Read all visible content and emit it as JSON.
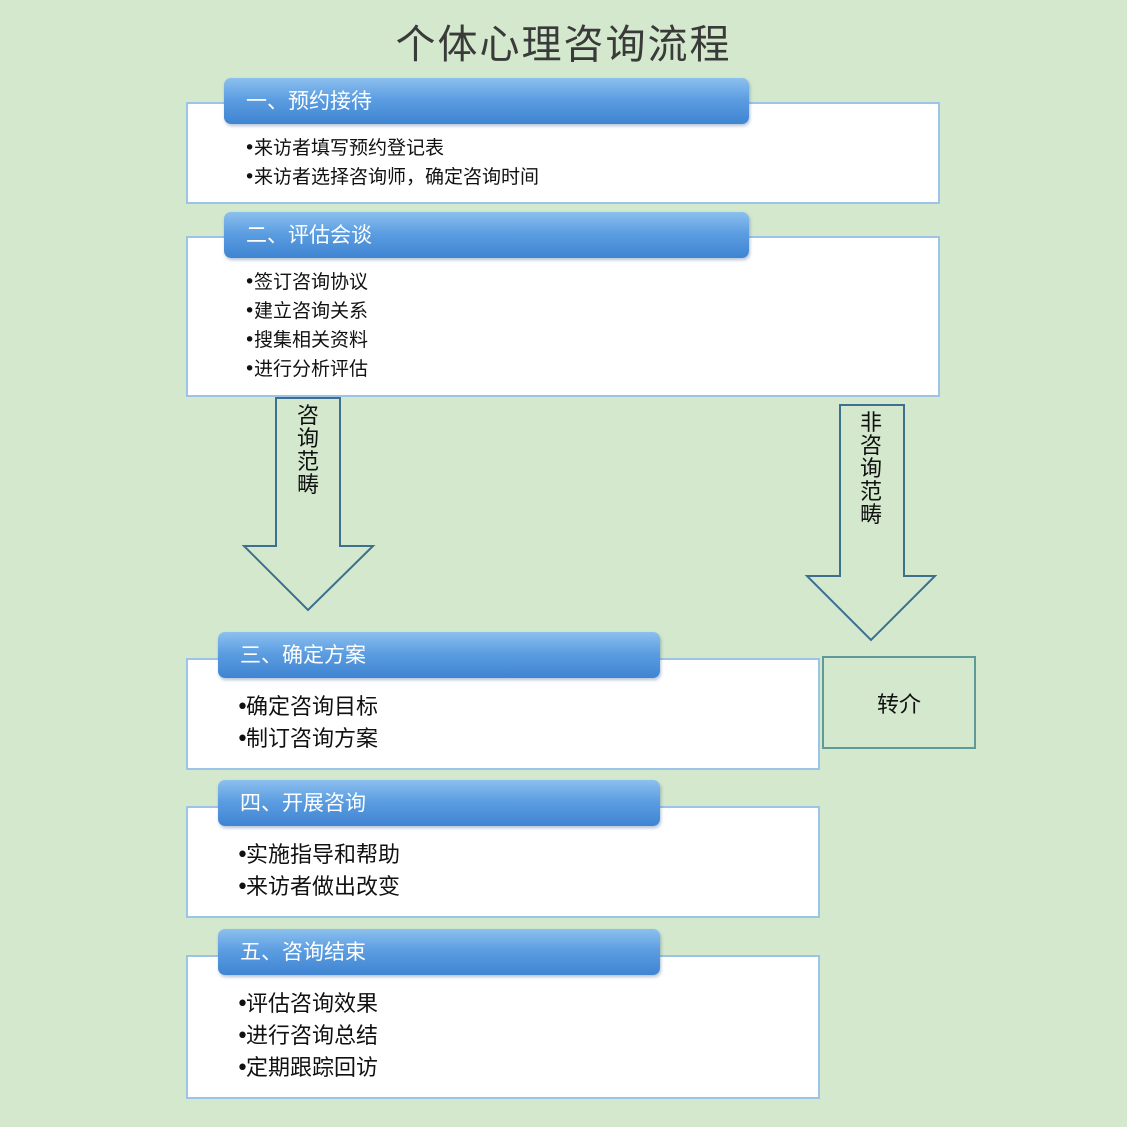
{
  "title": "个体心理咨询流程",
  "steps": [
    {
      "header": "一、预约接待",
      "items": [
        "来访者填写预约登记表",
        "来访者选择咨询师，确定咨询时间"
      ]
    },
    {
      "header": "二、评估会谈",
      "items": [
        "签订咨询协议",
        "建立咨询关系",
        "搜集相关资料",
        "进行分析评估"
      ]
    },
    {
      "header": "三、确定方案",
      "items": [
        "确定咨询目标",
        "制订咨询方案"
      ]
    },
    {
      "header": "四、开展咨询",
      "items": [
        "实施指导和帮助",
        "来访者做出改变"
      ]
    },
    {
      "header": "五、咨询结束",
      "items": [
        "评估咨询效果",
        "进行咨询总结",
        "定期跟踪回访"
      ]
    }
  ],
  "arrows": {
    "left_label": "咨询范畴",
    "right_label": "非咨询范畴"
  },
  "transfer_label": "转介",
  "colors": {
    "background": "#d3e8cd",
    "header_gradient_top": "#8cc0ee",
    "header_gradient_bottom": "#3f84d2",
    "box_border": "#9cc4e6",
    "arrow_stroke": "#3d6f8e"
  }
}
